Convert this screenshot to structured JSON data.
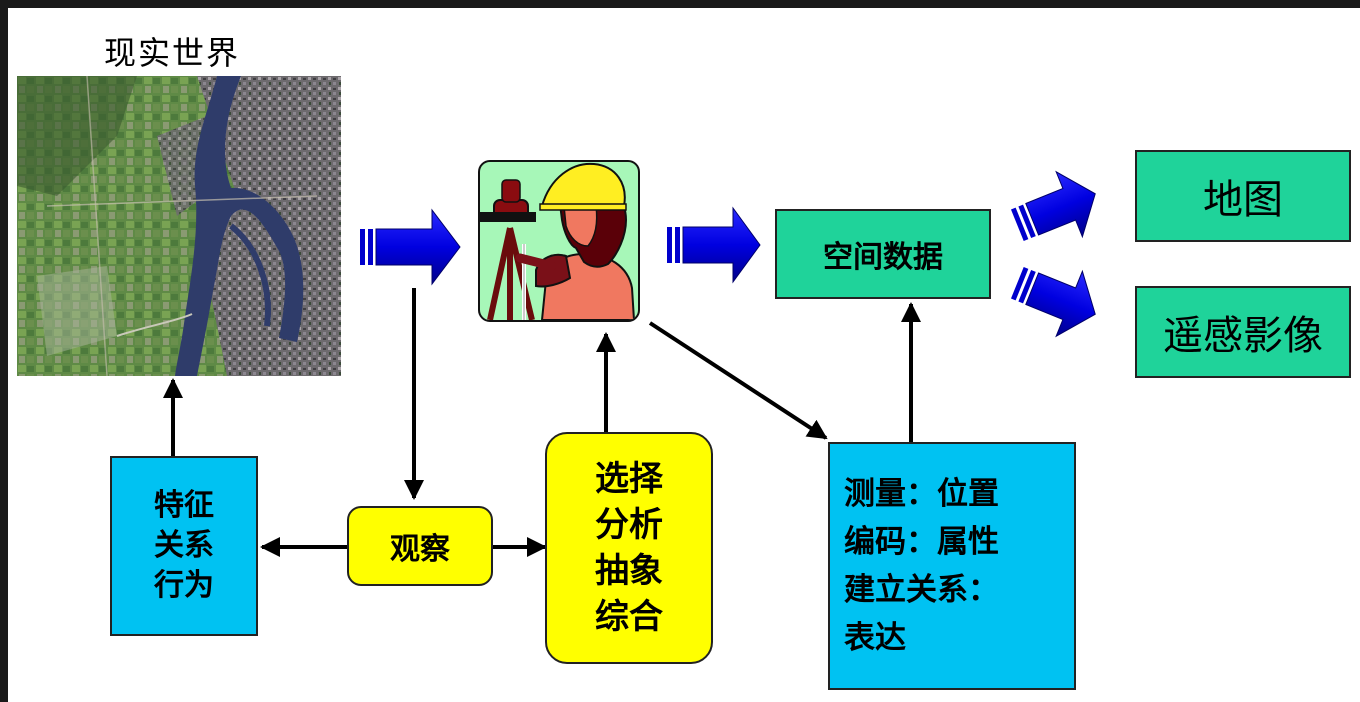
{
  "real_world": {
    "title": "现实世界"
  },
  "nodes": {
    "spatial_data": "空间数据",
    "map": "地图",
    "remote_sensing": "遥感影像",
    "observe": "观察",
    "traits": [
      "特征",
      "关系",
      "行为"
    ],
    "analysis": [
      "选择",
      "分析",
      "抽象",
      "综合"
    ],
    "measure": [
      "测量：位置",
      "编码：属性",
      "建立关系：",
      "表达"
    ]
  },
  "colors": {
    "green": "#1fd39a",
    "cyan": "#00c2f2",
    "yellow": "#ffff00",
    "blue_arrow": "#0000ff"
  },
  "icons": {
    "satellite": "satellite-image-icon",
    "surveyor": "surveyor-icon"
  }
}
